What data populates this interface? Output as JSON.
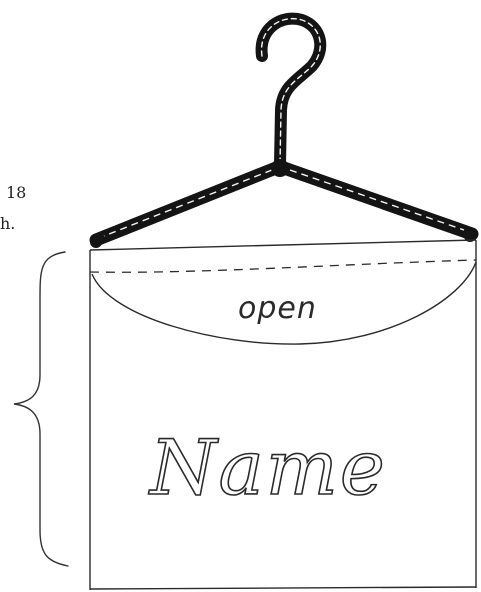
{
  "side_text": {
    "line1": "18",
    "line2": "h."
  },
  "flap": {
    "label": "open"
  },
  "bag": {
    "label": "Name"
  },
  "colors": {
    "ink": "#1a1a1a",
    "paper": "#ffffff"
  },
  "icons": {
    "hanger": "coat-hanger-icon",
    "brace": "curly-brace"
  }
}
